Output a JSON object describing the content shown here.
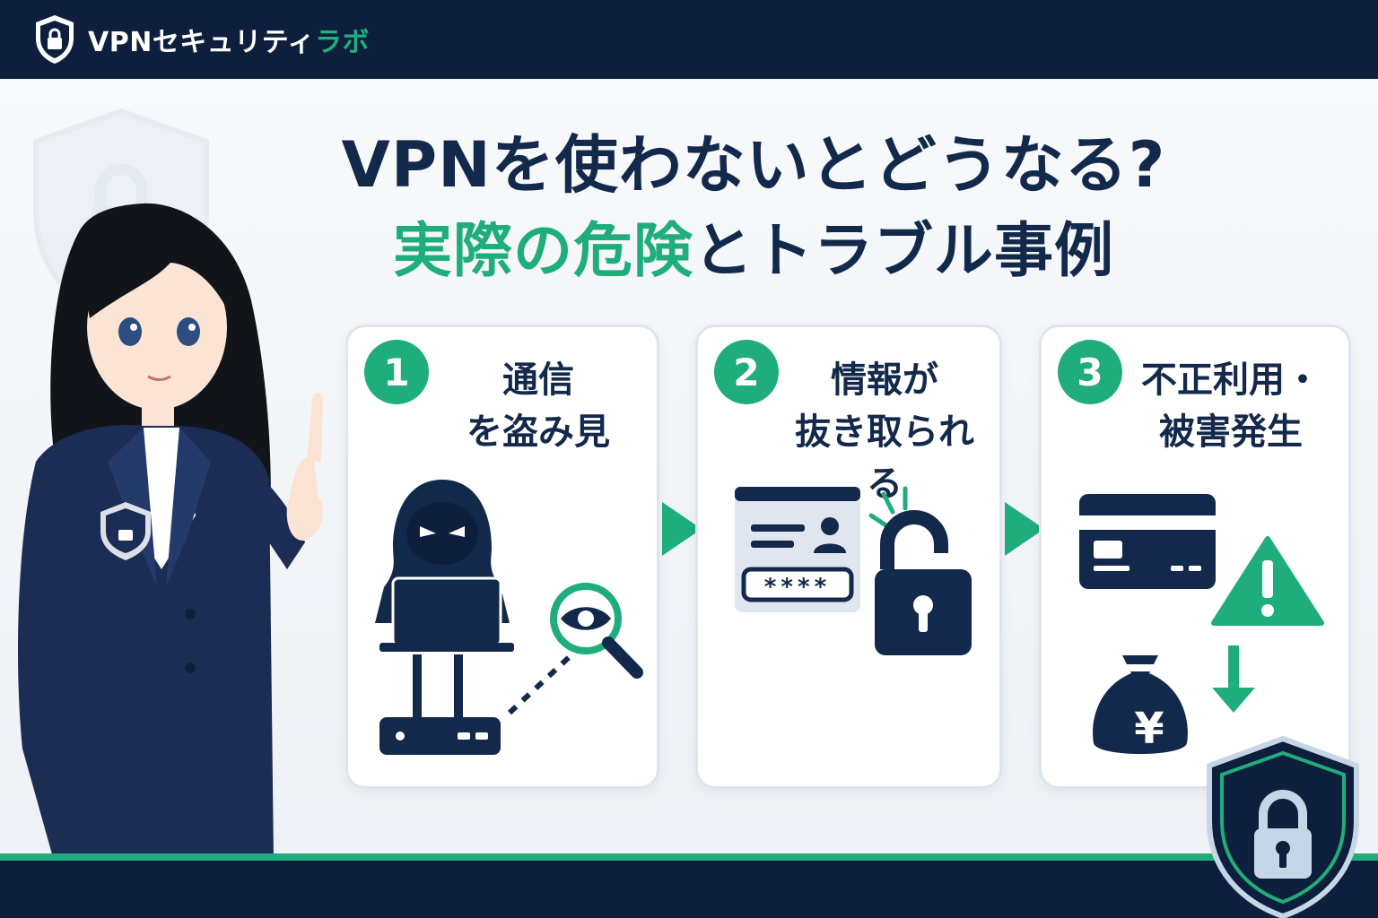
{
  "header": {
    "brand_main": "VPNセキュリティ",
    "brand_accent": "ラボ"
  },
  "title": {
    "line1": "VPNを使わないとどうなる?",
    "line2_accent": "実際の危険",
    "line2_rest": "とトラブル事例"
  },
  "cards": [
    {
      "number": "1",
      "label": "通信\nを盗み見",
      "icon": "hacker-router-eye-icon"
    },
    {
      "number": "2",
      "label": "情報が\n抜き取られる",
      "icon": "id-card-unlock-icon"
    },
    {
      "number": "3",
      "label": "不正利用・\n被害発生",
      "icon": "credit-card-warning-money-icon"
    }
  ],
  "illustration_texts": {
    "password_mask": "****",
    "yen_symbol": "¥"
  },
  "colors": {
    "navy": "#0e1f3d",
    "text_navy": "#13294b",
    "accent_green": "#1fae7b",
    "card_border": "#dde6ef"
  }
}
